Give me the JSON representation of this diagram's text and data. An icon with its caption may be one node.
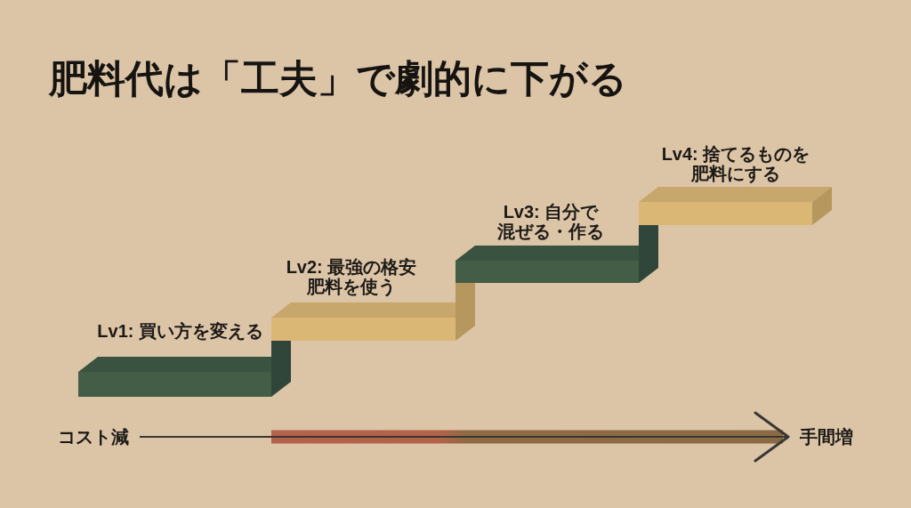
{
  "diagram": {
    "title": "肥料代は「工夫」で劇的に下がる",
    "nodes": [
      {
        "text": [
          "Lv1: 買い方を変える"
        ]
      },
      {
        "text": [
          "Lv2: 最強の格安肥料を使う"
        ]
      },
      {
        "text": [
          "Lv3: 自分で混ぜる・作る"
        ]
      },
      {
        "text": [
          "Lv4: 捨てるものを肥料にする"
        ]
      },
      {
        "text": [
          "コスト減"
        ]
      },
      {
        "text": [
          "手間増"
        ]
      }
    ],
    "edges": [
      {
        "from": 4,
        "to": 5,
        "arrow": "to"
      }
    ]
  }
}
